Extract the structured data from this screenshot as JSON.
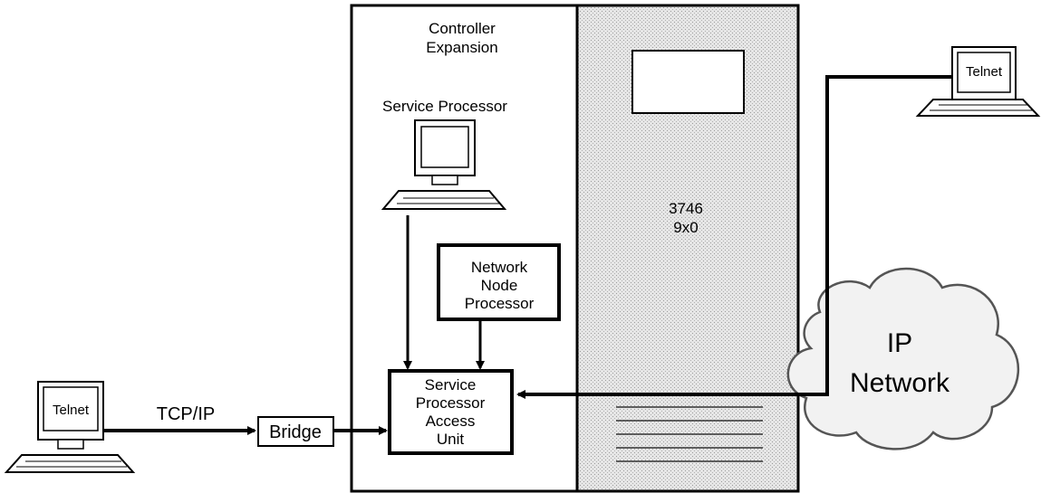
{
  "controller": {
    "title_line1": "Controller",
    "title_line2": "Expansion"
  },
  "service_processor": {
    "label": "Service Processor"
  },
  "frame": {
    "model_line1": "3746",
    "model_line2": "9x0"
  },
  "nnp": {
    "line1": "Network",
    "line2": "Node",
    "line3": "Processor"
  },
  "spau": {
    "line1": "Service",
    "line2": "Processor",
    "line3": "Access",
    "line4": "Unit"
  },
  "bridge": {
    "label": "Bridge"
  },
  "link": {
    "protocol": "TCP/IP"
  },
  "telnet_left": {
    "label": "Telnet"
  },
  "telnet_right": {
    "label": "Telnet"
  },
  "ip_network": {
    "line1": "IP",
    "line2": "Network"
  }
}
